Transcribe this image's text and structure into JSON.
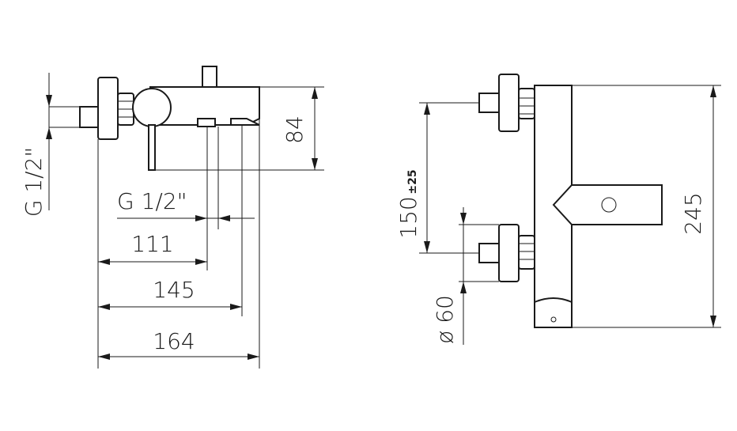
{
  "side_view": {
    "thread_left_label": "G 1/2\"",
    "thread_bottom_label": "G 1/2\"",
    "dim_height": "84",
    "dim_111": "111",
    "dim_145": "145",
    "dim_164": "164"
  },
  "front_view": {
    "dim_spacing": "150",
    "dim_spacing_tol": "±25",
    "dim_diameter": "ø 60",
    "dim_height": "245"
  }
}
